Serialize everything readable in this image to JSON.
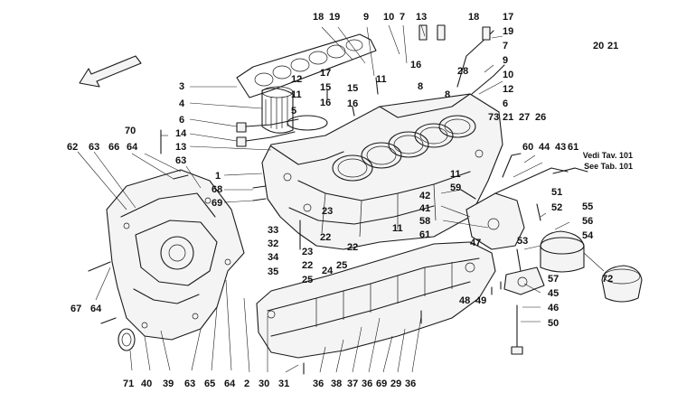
{
  "diagram": {
    "reference_note": {
      "line1": "Vedi Tav. 101",
      "line2": "See Tab. 101"
    },
    "callouts": [
      "18",
      "19",
      "9",
      "10",
      "7",
      "13",
      "18",
      "17",
      "19",
      "7",
      "9",
      "10",
      "12",
      "6",
      "20",
      "21",
      "3",
      "4",
      "6",
      "14",
      "13",
      "12",
      "11",
      "17",
      "15",
      "16",
      "5",
      "15",
      "16",
      "11",
      "8",
      "8",
      "28",
      "16",
      "70",
      "62",
      "63",
      "66",
      "64",
      "63",
      "1",
      "68",
      "69",
      "73",
      "21",
      "27",
      "26",
      "60",
      "44",
      "43",
      "61",
      "11",
      "59",
      "42",
      "41",
      "58",
      "61",
      "11",
      "51",
      "52",
      "55",
      "56",
      "54",
      "53",
      "57",
      "45",
      "46",
      "50",
      "47",
      "48",
      "49",
      "72",
      "33",
      "32",
      "34",
      "35",
      "23",
      "23",
      "22",
      "22",
      "24",
      "25",
      "25",
      "22",
      "67",
      "64",
      "71",
      "40",
      "39",
      "63",
      "65",
      "64",
      "2",
      "30",
      "31",
      "36",
      "38",
      "37",
      "36",
      "69",
      "29",
      "36"
    ]
  }
}
